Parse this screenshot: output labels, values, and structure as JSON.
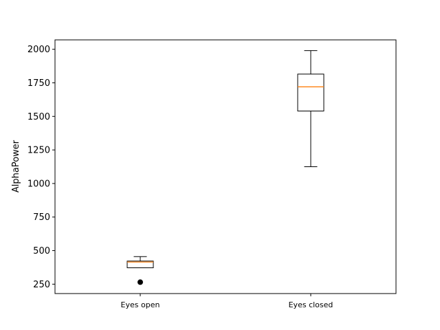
{
  "chart_data": {
    "type": "boxplot",
    "title": "",
    "xlabel": "",
    "ylabel": "AlphaPower",
    "ylim": [
      180,
      2070
    ],
    "yticks": [
      250,
      500,
      750,
      1000,
      1250,
      1500,
      1750,
      2000
    ],
    "grid": false,
    "categories": [
      "Eyes open",
      "Eyes closed"
    ],
    "boxes": [
      {
        "category": "Eyes open",
        "whisker_low": 372,
        "q1": 372,
        "median": 415,
        "q3": 422,
        "whisker_high": 455,
        "outliers": [
          265
        ]
      },
      {
        "category": "Eyes closed",
        "whisker_low": 1125,
        "q1": 1540,
        "median": 1720,
        "q3": 1815,
        "whisker_high": 1990,
        "outliers": []
      }
    ],
    "colors": {
      "box": "#000000",
      "median": "#ff7f0e",
      "outlier": "#000000"
    }
  }
}
